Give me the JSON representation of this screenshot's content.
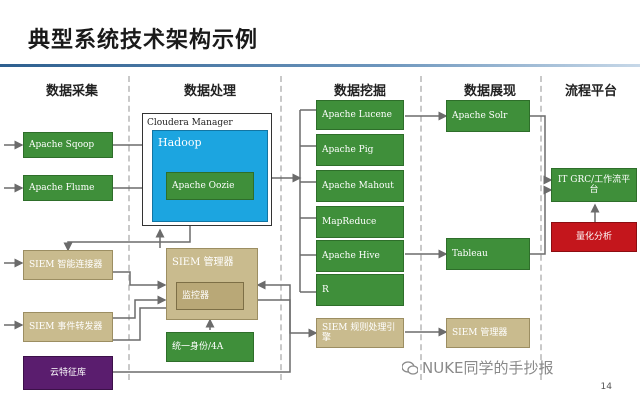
{
  "title": "典型系统技术架构示例",
  "columns": [
    "数据采集",
    "数据处理",
    "数据挖掘",
    "数据展现",
    "流程平台"
  ],
  "collect": {
    "sqoop": "Apache Sqoop",
    "flume": "Apache Flume",
    "siem_connector": "SIEM 智能连接器",
    "siem_forwarder": "SIEM 事件转发器",
    "threat_intel": "云特征库"
  },
  "process": {
    "cloudera": "Cloudera Manager",
    "hadoop": "Hadoop",
    "oozie": "Apache Oozie",
    "siem_manager": "SIEM 管理器",
    "monitor": "监控器",
    "identity": "统一身份/4A"
  },
  "mining": {
    "items": [
      "Apache Lucene",
      "Apache Pig",
      "Apache Mahout",
      "MapReduce",
      "Apache Hive",
      "R"
    ],
    "rules_engine": "SIEM 规则处理引擎"
  },
  "display": {
    "solr": "Apache Solr",
    "tableau": "Tableau",
    "siem_manager": "SIEM 管理器"
  },
  "platform": {
    "grc": "IT GRC/工作流平台",
    "quant": "量化分析"
  },
  "watermark": "NUKE同学的手抄报",
  "page_number": "14"
}
